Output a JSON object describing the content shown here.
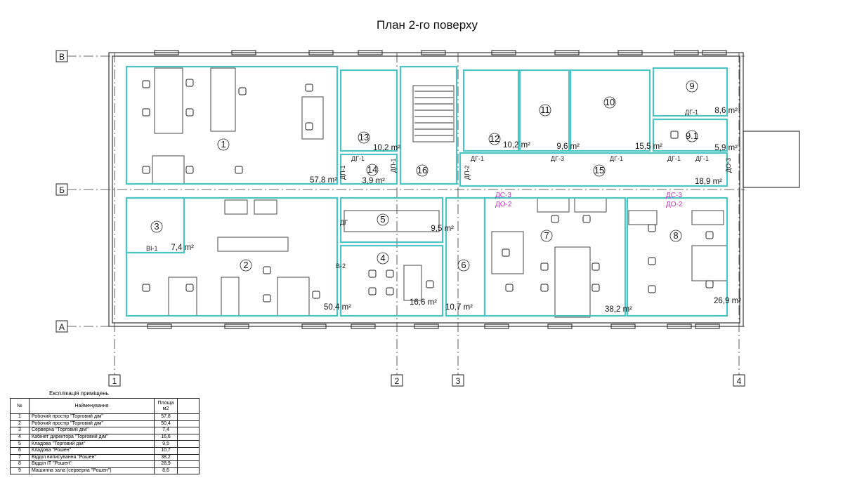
{
  "title": "План 2-го поверху",
  "axes": {
    "rows": [
      "В",
      "Б",
      "А"
    ],
    "cols": [
      "1",
      "2",
      "3",
      "4"
    ]
  },
  "rooms": [
    {
      "num": "1",
      "area": "57,8 m²"
    },
    {
      "num": "2",
      "area": "50,4 m²"
    },
    {
      "num": "3",
      "area": "7,4 m²"
    },
    {
      "num": "4",
      "area": "16,6 m²"
    },
    {
      "num": "5",
      "area": "9,5 m²"
    },
    {
      "num": "6",
      "area": "10,7 m²"
    },
    {
      "num": "7",
      "area": "38,2 m²"
    },
    {
      "num": "8",
      "area": "26,9 m²"
    },
    {
      "num": "9",
      "area": "8,6 m²"
    },
    {
      "num": "9.1",
      "area": "5,9 m²"
    },
    {
      "num": "10",
      "area": "15,5 m²"
    },
    {
      "num": "11",
      "area": "9,6 m²"
    },
    {
      "num": "12",
      "area": "10,2 m²"
    },
    {
      "num": "13",
      "area": "10,2 m²"
    },
    {
      "num": "14",
      "area": "3,9 m²"
    },
    {
      "num": "15",
      "area": "18,9 m²"
    },
    {
      "num": "16",
      "area": ""
    }
  ],
  "doors": [
    "ДГ-1",
    "ДГ-1",
    "ДГ-1",
    "ДГ-3",
    "ДГ-1",
    "ДГ-1",
    "ДГ-1",
    "ДП-1",
    "ДП-1",
    "ДП-2",
    "ДО-3",
    "ДГ",
    "В-2",
    "ВІ-1"
  ],
  "doors_magenta": [
    "ДС-3",
    "ДО-2",
    "ДС-3",
    "ДО-2"
  ],
  "table": {
    "caption": "Експлікація приміщень",
    "headers": [
      "№",
      "Найменування",
      "Площа м2",
      ""
    ],
    "rows": [
      [
        "1",
        "Робочий простір \"Торговий дім\"",
        "57,8"
      ],
      [
        "2",
        "Робочий простір \"Торговий дім\"",
        "50,4"
      ],
      [
        "3",
        "Серверна \"Торговий дім\"",
        "7,4"
      ],
      [
        "4",
        "Кабінет директора \"Торговий дім\"",
        "16,6"
      ],
      [
        "5",
        "Кладова \"Торговий дім\"",
        "9,5"
      ],
      [
        "6",
        "Кладова \"Рошен\"",
        "10,7"
      ],
      [
        "7",
        "Відділ виписування \"Рошен\"",
        "38,2"
      ],
      [
        "8",
        "Відділ IT \"Рошен\"",
        "28,9"
      ],
      [
        "9",
        "Машинна зала (серверна \"Рошен\")",
        "8,6"
      ]
    ]
  }
}
